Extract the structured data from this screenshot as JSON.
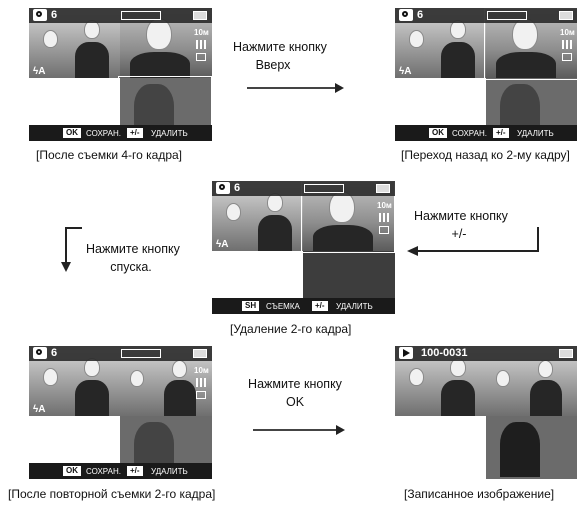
{
  "frames": [
    {
      "caption": "[После съемки 4-го кадра]",
      "count": "6",
      "ok_key": "OK",
      "ok_text": "СОХРАН.",
      "del_key": "+/-",
      "del_text": "УДАЛИТЬ",
      "res": "10м"
    },
    {
      "caption": "[Переход назад ко 2-му кадру]",
      "count": "6",
      "ok_key": "OK",
      "ok_text": "СОХРАН.",
      "del_key": "+/-",
      "del_text": "УДАЛИТЬ",
      "res": "10м"
    },
    {
      "caption": "[Удаление 2-го кадра]",
      "count": "6",
      "ok_key": "SH",
      "ok_text": "СЪЕМКА",
      "del_key": "+/-",
      "del_text": "УДАЛИТЬ",
      "res": "10м"
    },
    {
      "caption": "[После повторной съемки 2-го кадра]",
      "count": "6",
      "ok_key": "OK",
      "ok_text": "СОХРАН.",
      "del_key": "+/-",
      "del_text": "УДАЛИТЬ",
      "res": "10м"
    },
    {
      "caption": "[Записанное изображение]",
      "count": "100-0031"
    }
  ],
  "instructions": {
    "up": [
      "Нажмите кнопку",
      "Вверх"
    ],
    "plusminus": [
      "Нажмите кнопку",
      "+/-"
    ],
    "shutter": [
      "Нажмите кнопку",
      "спуска."
    ],
    "ok": [
      "Нажмите кнопку",
      "OK"
    ]
  },
  "flash_label": "ϟA"
}
